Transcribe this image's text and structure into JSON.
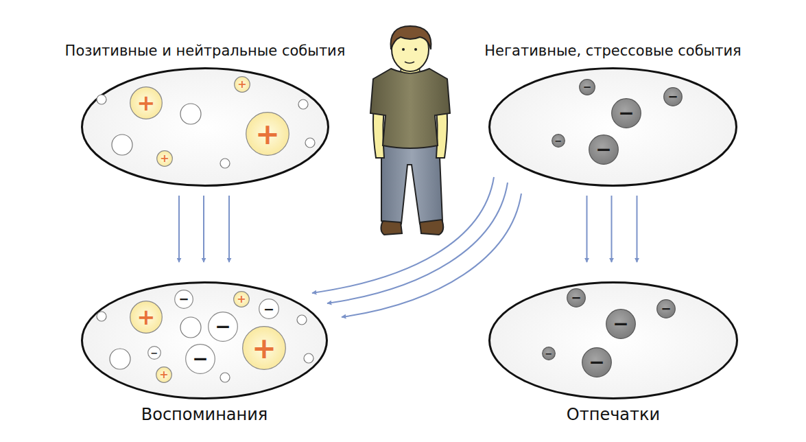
{
  "diagram": {
    "nodes": [
      {
        "text": [
          "Позитивные и нейтральные события"
        ]
      },
      {
        "text": [
          "+"
        ],
        "in": 0
      },
      {
        "text": [
          "+"
        ],
        "in": 0
      },
      {
        "text": [
          "+"
        ],
        "in": 0
      },
      {
        "text": [
          "+"
        ],
        "in": 0
      },
      {
        "text": [
          "Негативные, стрессовые события"
        ]
      },
      {
        "text": [
          "−"
        ],
        "in": 5
      },
      {
        "text": [
          "−"
        ],
        "in": 5
      },
      {
        "text": [
          "−"
        ],
        "in": 5
      },
      {
        "text": [
          "−"
        ],
        "in": 5
      },
      {
        "text": [
          "−"
        ],
        "in": 5
      },
      {
        "text": [
          "Воспоминания"
        ]
      },
      {
        "text": [
          "+"
        ],
        "in": 11
      },
      {
        "text": [
          "+"
        ],
        "in": 11
      },
      {
        "text": [
          "+"
        ],
        "in": 11
      },
      {
        "text": [
          "+"
        ],
        "in": 11
      },
      {
        "text": [
          "−"
        ],
        "in": 11
      },
      {
        "text": [
          "−"
        ],
        "in": 11
      },
      {
        "text": [
          "−"
        ],
        "in": 11
      },
      {
        "text": [
          "−"
        ],
        "in": 11
      },
      {
        "text": [
          "−"
        ],
        "in": 11
      },
      {
        "text": [
          "Отпечатки"
        ]
      },
      {
        "text": [
          "−"
        ],
        "in": 21
      },
      {
        "text": [
          "−"
        ],
        "in": 21
      },
      {
        "text": [
          "−"
        ],
        "in": 21
      },
      {
        "text": [
          "−"
        ],
        "in": 21
      },
      {
        "text": [
          "−"
        ],
        "in": 21
      }
    ],
    "edges": [
      {
        "from": 0,
        "to": 11,
        "arrow": "to"
      },
      {
        "from": 0,
        "to": 11,
        "arrow": "to"
      },
      {
        "from": 0,
        "to": 11,
        "arrow": "to"
      },
      {
        "from": 5,
        "to": 11,
        "arrow": "to"
      },
      {
        "from": 5,
        "to": 11,
        "arrow": "to"
      },
      {
        "from": 5,
        "to": 11,
        "arrow": "to"
      },
      {
        "from": 5,
        "to": 21,
        "arrow": "to"
      },
      {
        "from": 5,
        "to": 21,
        "arrow": "to"
      },
      {
        "from": 5,
        "to": 21,
        "arrow": "to"
      }
    ]
  }
}
